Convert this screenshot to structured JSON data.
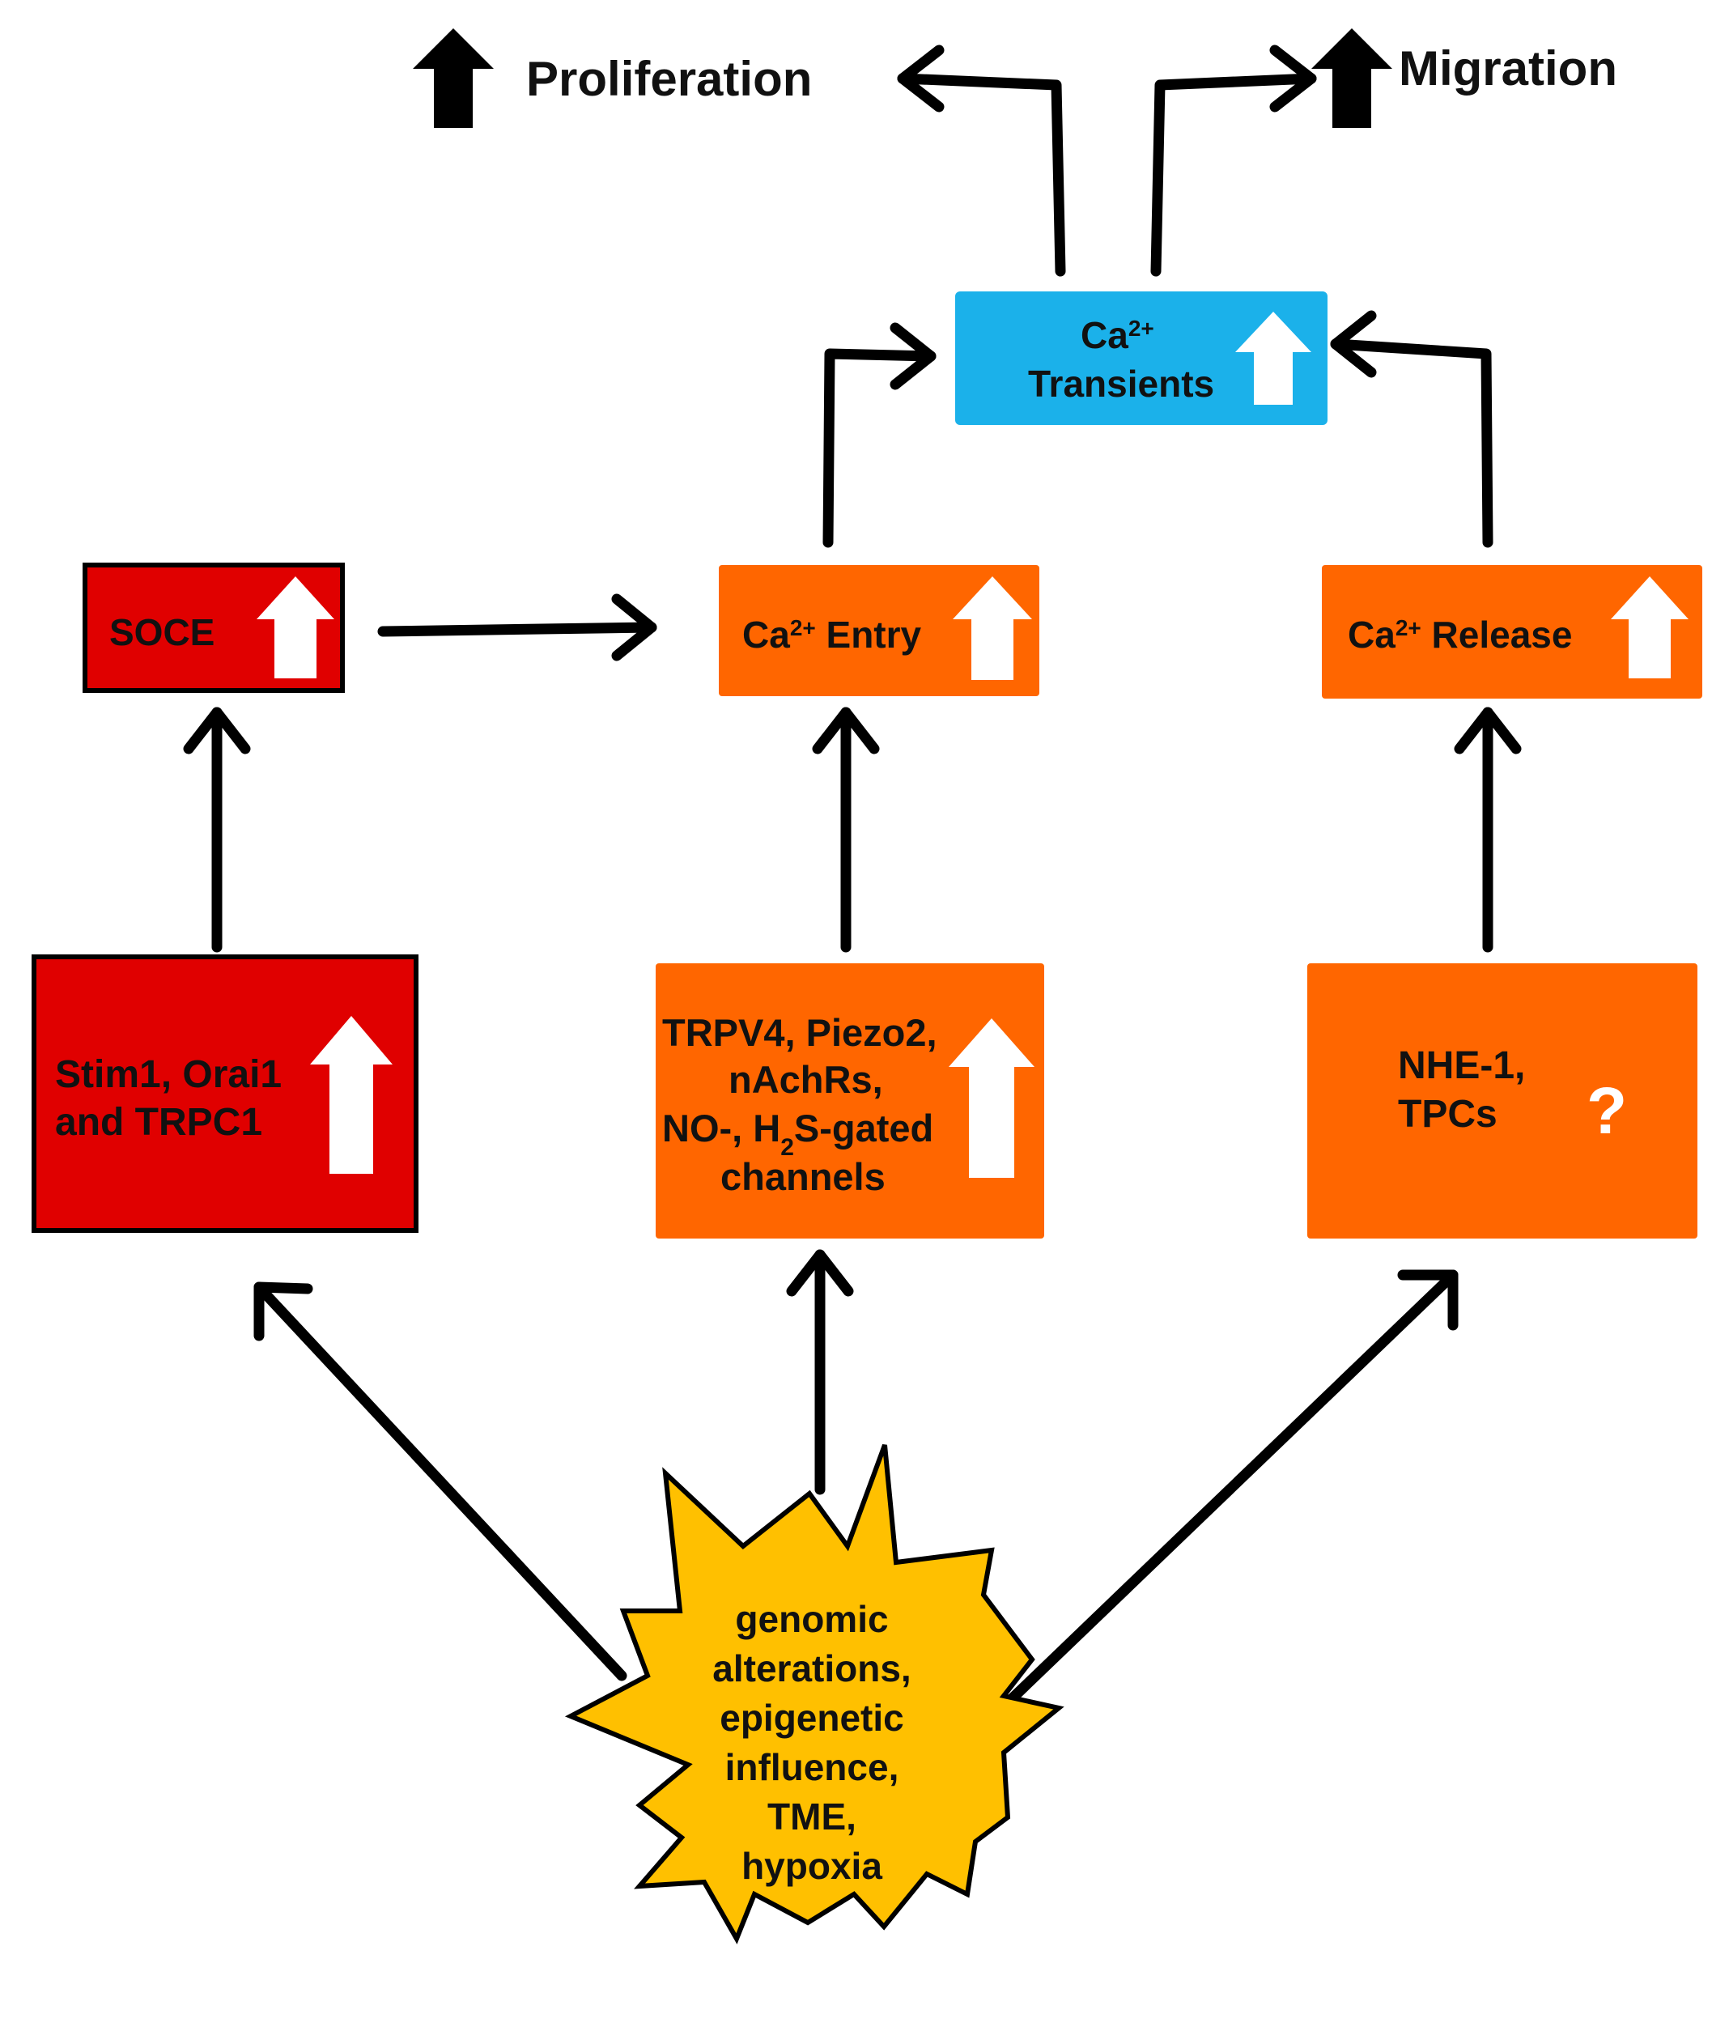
{
  "outcomes": {
    "proliferation": "Proliferation",
    "migration": "Migration"
  },
  "transients_box": {
    "line1_base": "Ca",
    "line1_sup": "2+",
    "line2": "Transients",
    "color": "#1BB1EA"
  },
  "soce_box": {
    "label": "SOCE",
    "color": "#E00000"
  },
  "entry_box": {
    "label_base": "Ca",
    "label_sup": "2+",
    "label_rest": " Entry",
    "color": "#FF6600"
  },
  "release_box": {
    "label_base": "Ca",
    "label_sup": "2+",
    "label_rest": " Release",
    "color": "#FF6600"
  },
  "stim_box": {
    "line1": "Stim1, Orai1",
    "line2": "and TRPC1",
    "color": "#E00000"
  },
  "channels_box": {
    "line1": "TRPV4, Piezo2,",
    "line2": "nAchRs,",
    "line3_a": "NO-, H",
    "line3_sub": "2",
    "line3_b": "S-gated",
    "line4": "channels",
    "color": "#FF6600"
  },
  "nhe_box": {
    "line1": "NHE-1,",
    "line2": "TPCs",
    "mark": "?",
    "color": "#FF6600"
  },
  "trigger": {
    "lines": [
      "genomic",
      "alterations,",
      "epigenetic",
      "influence,",
      "TME,",
      "hypoxia"
    ],
    "color": "#FFC000"
  },
  "icons": {
    "increase_icon": "white-up-arrow",
    "outcome_icon": "black-up-arrow",
    "flow_icon": "black-open-arrow"
  }
}
